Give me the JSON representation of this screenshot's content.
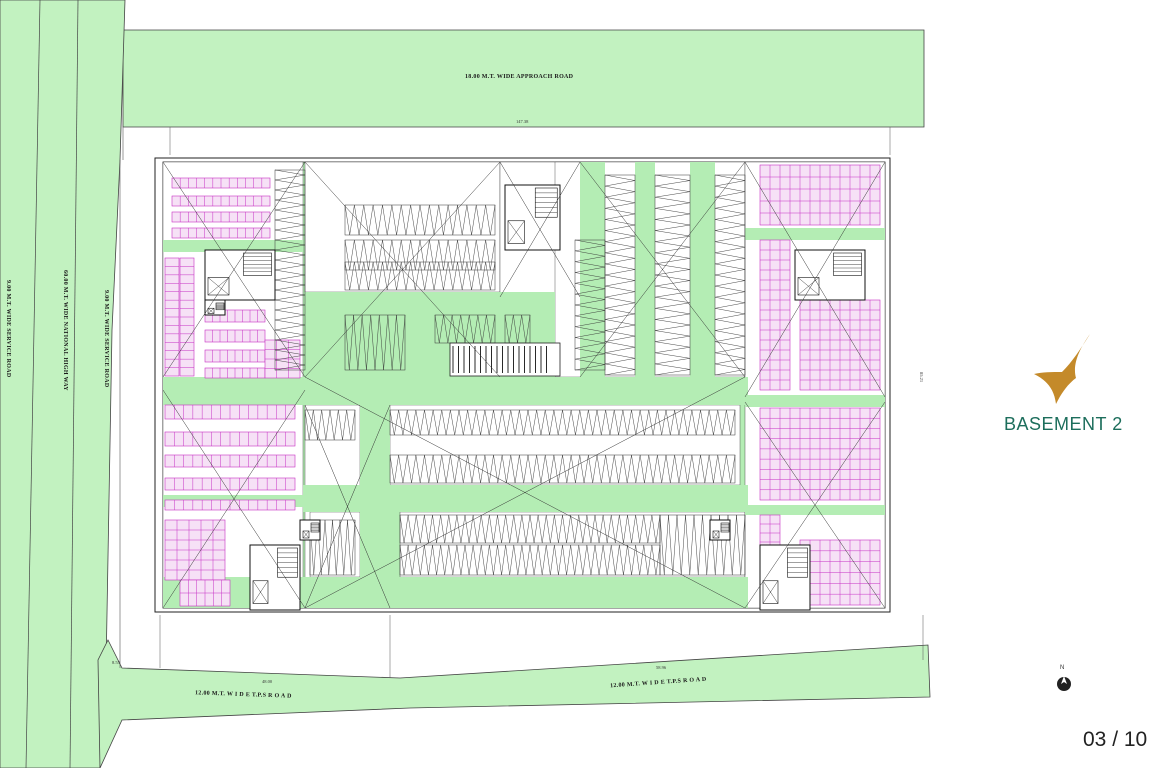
{
  "roads": {
    "approach_road": "18.00  M.T.  WIDE  APPROACH  ROAD",
    "service_road_left": "9.00 M.T. WIDE SERVICE ROAD",
    "national_highway": "60.00 M.T. WIDE NATIONAL HIGH WAY",
    "service_road_right": "9.00 M.T. WIDE SERVICE ROAD",
    "tps_road_left": "12.00  M.T.  W I D E  T.P.S  R O A D",
    "tps_road_right": "12.00  M.T.  W I D E  T.P.S  R O A D"
  },
  "dimensions": {
    "top": "147.38",
    "right": "85.21",
    "bottom_left": "48.00",
    "bottom_right": "58.96",
    "corner": "8.55"
  },
  "title": "BASEMENT 2",
  "page_number": "03 / 10",
  "north_label": "N",
  "colors": {
    "road_green": "#c2f2c0",
    "slab_green": "#b4edb4",
    "parking_magenta": "#c62fc4",
    "brand_teal": "#1d6e5c",
    "logo_gold": "#c48a2a"
  }
}
